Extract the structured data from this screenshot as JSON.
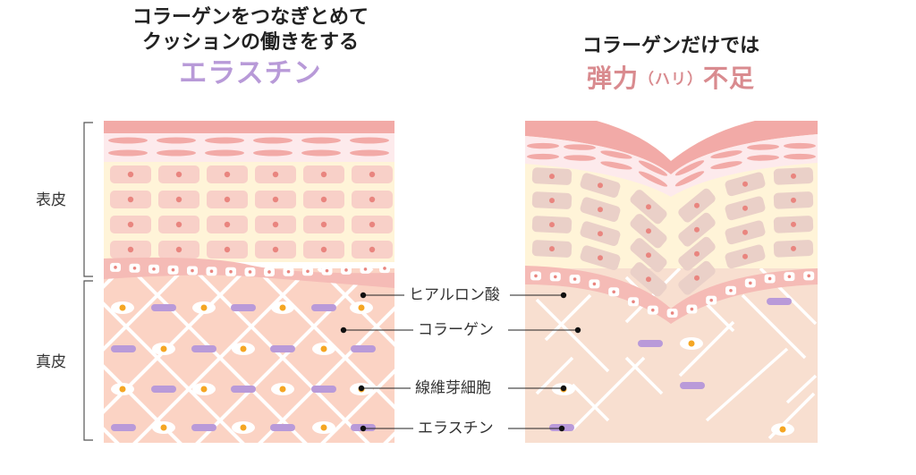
{
  "left_panel": {
    "heading_lines": [
      "コラーゲンをつなぎとめて",
      "クッションの働きをする"
    ],
    "highlight": "エラスチン"
  },
  "right_panel": {
    "heading_line": "コラーゲンだけでは",
    "highlight_main": "弾力",
    "highlight_paren": "（ハリ）",
    "highlight_tail": "不足"
  },
  "layer_labels": {
    "epidermis": "表皮",
    "dermis": "真皮"
  },
  "callouts": {
    "hyaluronic_acid": "ヒアルロン酸",
    "collagen": "コラーゲン",
    "fibroblast": "線維芽細胞",
    "elastin": "エラスチン"
  },
  "colors": {
    "stratum_corneum": "#f2aaa7",
    "epidermis_band": "#fdeaec",
    "epidermis_bg": "#fff4d8",
    "epidermis_cell": "#f8d0c8",
    "cell_nucleus": "#e9857f",
    "basal_layer": "#f5bbb6",
    "dermis_healthy": "#fbd3c4",
    "dermis_aged": "#f8dfd0",
    "collagen_fiber": "#ffffff",
    "elastin_fiber": "#b99ad9",
    "fibroblast_nucleus": "#f5a623",
    "bracket": "#555555"
  }
}
